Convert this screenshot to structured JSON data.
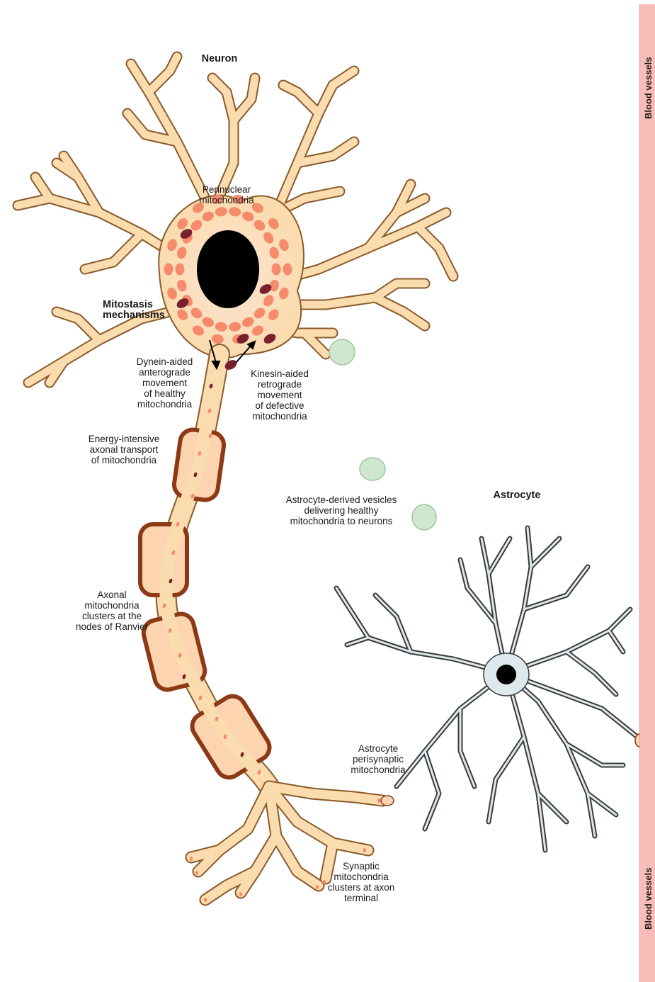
{
  "title": "Neuron",
  "labels": {
    "perinuclear": "Perinuclear\nmitochondria",
    "mitostasis": "Mitostasis\nmechanisms",
    "dynein": "Dynein-aided\nanterograde\nmovement\nof healthy\nmitochondria",
    "kinesin": "Kinesin-aided\nretrograde\nmovement\nof defective\nmitochondria",
    "energy": "Energy-intensive\naxonal transport\nof mitochondria",
    "astrocyte_title": "Astrocyte",
    "vesicles": "Astrocyte-derived vesicles\ndelivering healthy\nmitochondria to neurons",
    "axonal": "Axonal\nmitochondria\nclusters at the\nnodes of Ranvier",
    "perisynaptic": "Astrocyte\nperisynaptic\nmitochondria",
    "synaptic": "Synaptic\nmitochondria\nclusters at axon\nterminal",
    "blood_top": "Blood vessels",
    "blood_bottom": "Blood vessels"
  },
  "colors": {
    "neuron_fill": "#fbdcae",
    "neuron_stroke": "#8a5a2b",
    "myelin_fill": "#fcd4b0",
    "myelin_stroke": "#8b3a15",
    "mito_healthy": "#f58a6c",
    "mito_defective": "#7a1f2e",
    "nucleus": "#000000",
    "vesicle_fill": "#cfe6cf",
    "astrocyte_fill": "#dde9ec",
    "astrocyte_stroke": "#3a3a3a",
    "blood_vessel": "#f9bdb7"
  }
}
